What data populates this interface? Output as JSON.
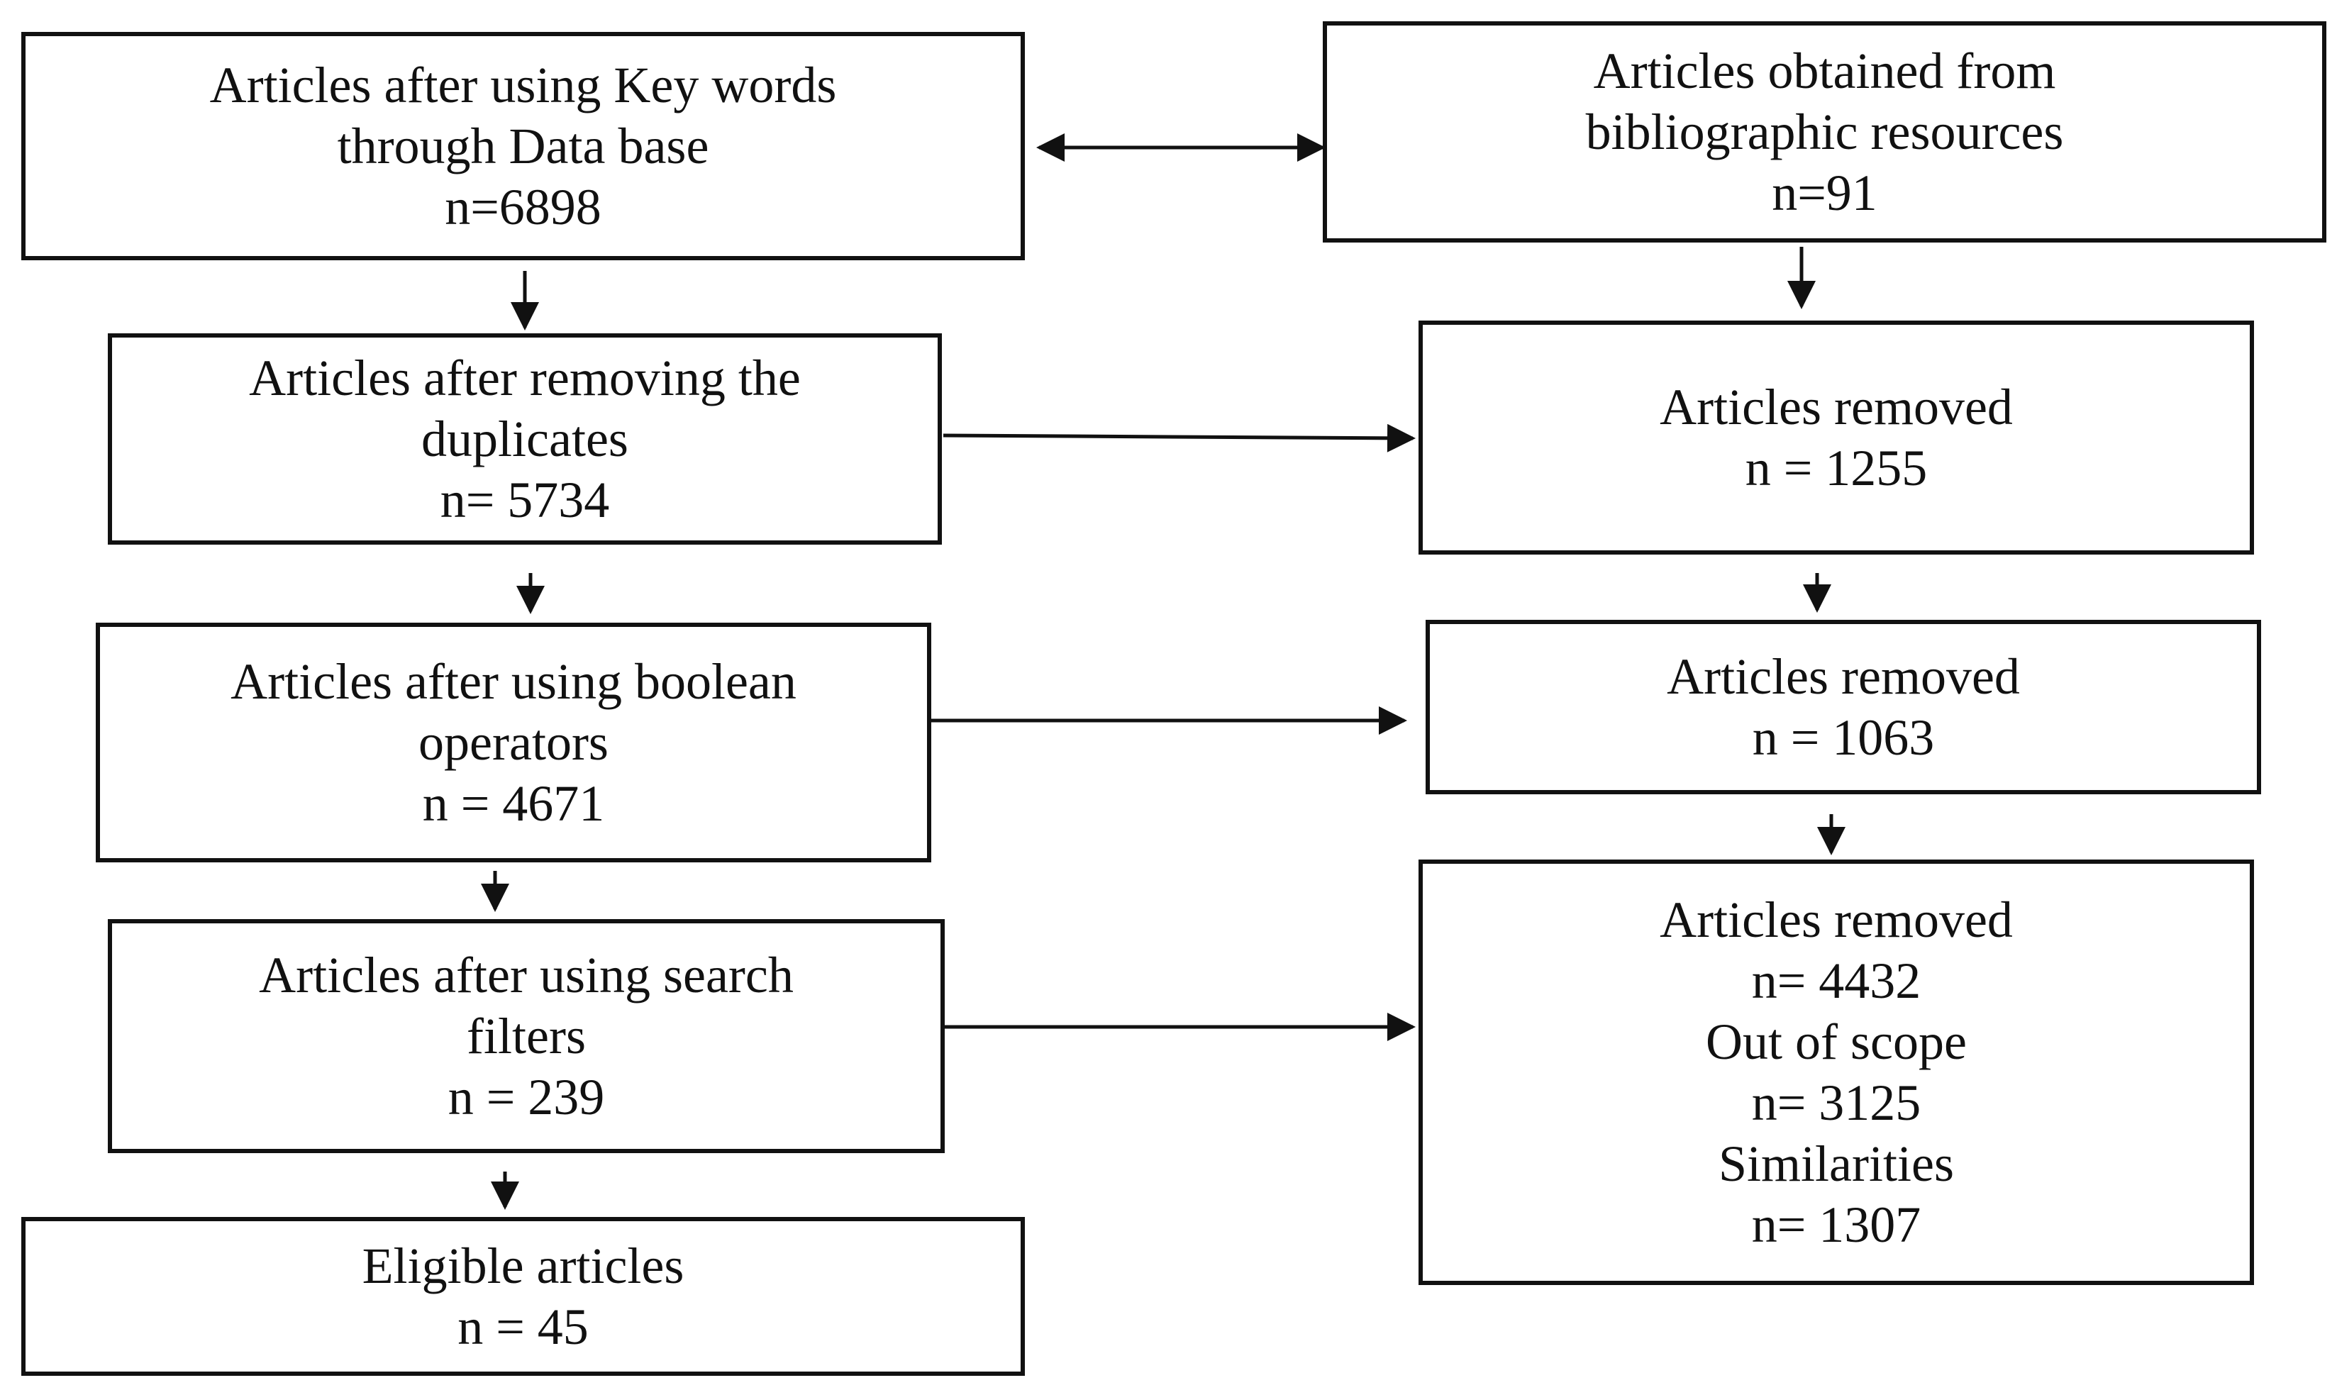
{
  "left_column": {
    "step_1": {
      "line_1": "Articles after using Key words",
      "line_2": "through Data base",
      "count": "n=6898"
    },
    "step_2": {
      "line_1": "Articles after removing the",
      "line_2": "duplicates",
      "count": "n= 5734"
    },
    "step_3": {
      "line_1": "Articles after using boolean",
      "line_2": "operators",
      "count": "n = 4671"
    },
    "step_4": {
      "line_1": "Articles after using search",
      "line_2": "filters",
      "count": "n = 239"
    },
    "step_5": {
      "line_1": "Eligible articles",
      "count": "n = 45"
    }
  },
  "right_column": {
    "source": {
      "line_1": "Articles obtained from",
      "line_2": "bibliographic resources",
      "count": "n=91"
    },
    "removed_1": {
      "line_1": "Articles removed",
      "count": "n = 1255"
    },
    "removed_2": {
      "line_1": "Articles removed",
      "count": "n = 1063"
    },
    "removed_3": {
      "line_1": "Articles removed",
      "count": "n= 4432",
      "reason_1_label": "Out of scope",
      "reason_1_count": "n= 3125",
      "reason_2_label": "Similarities",
      "reason_2_count": "n= 1307"
    }
  }
}
